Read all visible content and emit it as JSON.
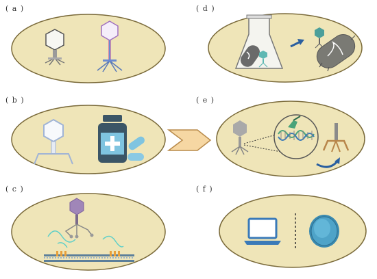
{
  "panels": [
    {
      "id": "a",
      "label": "( a )"
    },
    {
      "id": "b",
      "label": "( b )"
    },
    {
      "id": "c",
      "label": "( c )"
    },
    {
      "id": "d",
      "label": "( d )"
    },
    {
      "id": "e",
      "label": "( e )"
    },
    {
      "id": "f",
      "label": "( f )"
    }
  ],
  "colors": {
    "oval_fill": "#efe5b8",
    "oval_stroke": "#7a6a3a",
    "phage_gray": "#9a9a9a",
    "phage_purple": "#b58ec9",
    "blue": "#3a7ab8",
    "bottle_dark": "#3b5566",
    "arrow_fill": "#f6d7a3",
    "arrow_stroke": "#b88a4a"
  },
  "icons": [
    "phage-icon",
    "medicine-bottle-icon",
    "capsule-icon",
    "flask-icon",
    "bacterium-icon",
    "dna-icon",
    "laptop-icon",
    "petri-dish-icon",
    "chevron-arrow-icon"
  ]
}
